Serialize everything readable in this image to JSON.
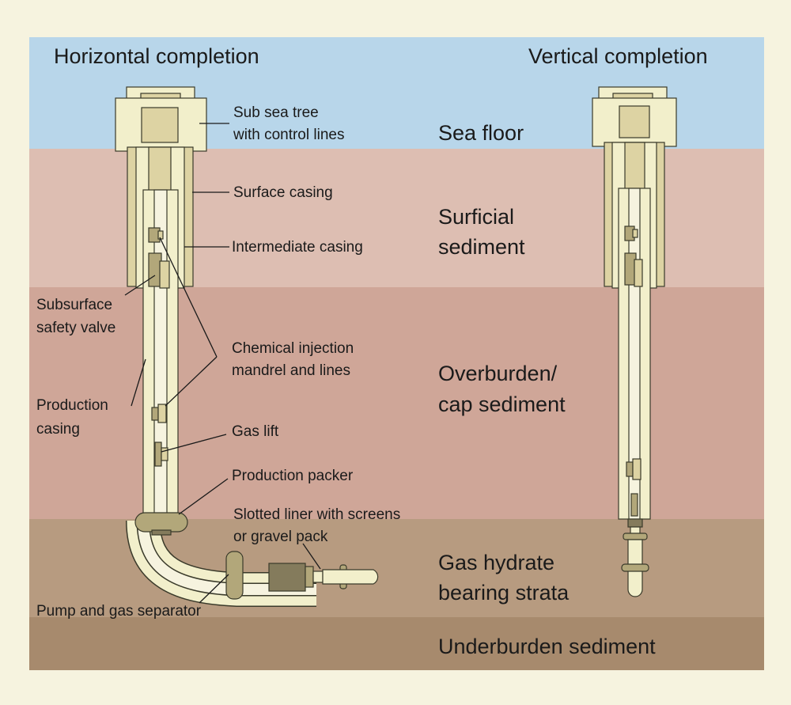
{
  "colors": {
    "page_background": "#f6f3df",
    "sea": "#b8d6ea",
    "surficial_sediment": "#ddbeb2",
    "overburden": "#cfa698",
    "hydrate_strata": "#b79b80",
    "underburden": "#a78a6d",
    "casing_light": "#f2efcb",
    "casing_mid": "#ddd3a3",
    "casing_dark": "#b2a77a",
    "tool_dark": "#847b5c"
  },
  "titles": {
    "horizontal": "Horizontal completion",
    "vertical": "Vertical completion"
  },
  "layers": {
    "sea_floor": "Sea floor",
    "surficial_1": "Surficial",
    "surficial_2": "sediment",
    "overburden_1": "Overburden/",
    "overburden_2": "cap sediment",
    "hydrate_1": "Gas hydrate",
    "hydrate_2": "bearing strata",
    "underburden": "Underburden sediment"
  },
  "labels": {
    "subsea_tree_1": "Sub sea tree",
    "subsea_tree_2": "with control lines",
    "surface_casing": "Surface casing",
    "intermediate_casing": "Intermediate casing",
    "subsurface_valve_1": "Subsurface",
    "subsurface_valve_2": "safety valve",
    "chemical_injection_1": "Chemical injection",
    "chemical_injection_2": "mandrel and lines",
    "production_casing_1": "Production",
    "production_casing_2": "casing",
    "gas_lift": "Gas lift",
    "production_packer": "Production packer",
    "slotted_liner_1": "Slotted liner with screens",
    "slotted_liner_2": "or gravel pack",
    "pump_separator": "Pump and gas separator"
  }
}
